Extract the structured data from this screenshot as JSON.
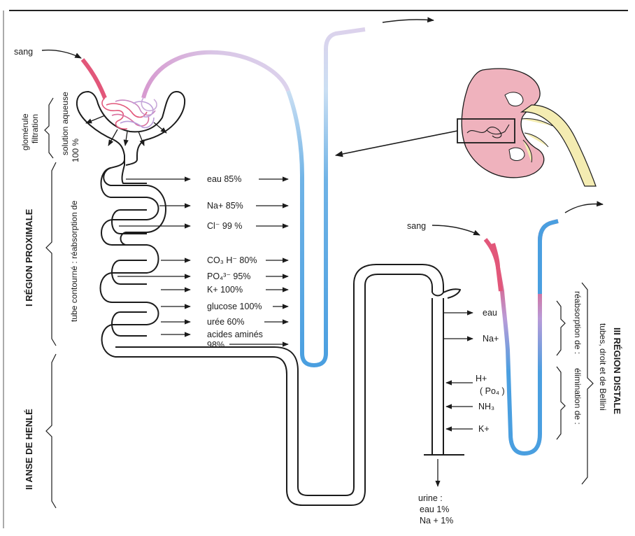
{
  "labels": {
    "sang_top": "sang",
    "sang_right": "sang",
    "glomerule": "glomérule",
    "filtration": "filtration",
    "solution_aqueuse": "solution aqueuse",
    "pct100": "100 %",
    "tube_contourne": "tube contourné : réabsorption de",
    "region1": "I RÉGION PROXIMALE",
    "region2": "II ANSE DE HENLÉ",
    "region3": "III RÉGION DISTALE",
    "tubes_droit": "tubes, droit et de Bellini",
    "reabsorption_de": "réabsorption de :",
    "elimination_de": "élimination de :"
  },
  "proximal_items": [
    "eau  85%",
    "Na+  85%",
    "Cl⁻ 99 %",
    "CO₃ H⁻ 80%",
    "PO₄³⁻  95%",
    "K+  100%",
    "glucose 100%",
    "urée  60%",
    "acides aminés",
    "98%"
  ],
  "distal_items": [
    "eau",
    "Na+",
    "H+",
    "( Po₄ )",
    "NH₃",
    "K+"
  ],
  "urine": [
    "urine :",
    "eau 1%",
    "Na + 1%"
  ],
  "colors": {
    "blood_red": "#e2577a",
    "vessel_lilac": "#c9a9d9",
    "vessel_blue": "#4a9fe0",
    "kidney_pink": "#efb2bd",
    "ureter_yellow": "#f4ecb2"
  }
}
